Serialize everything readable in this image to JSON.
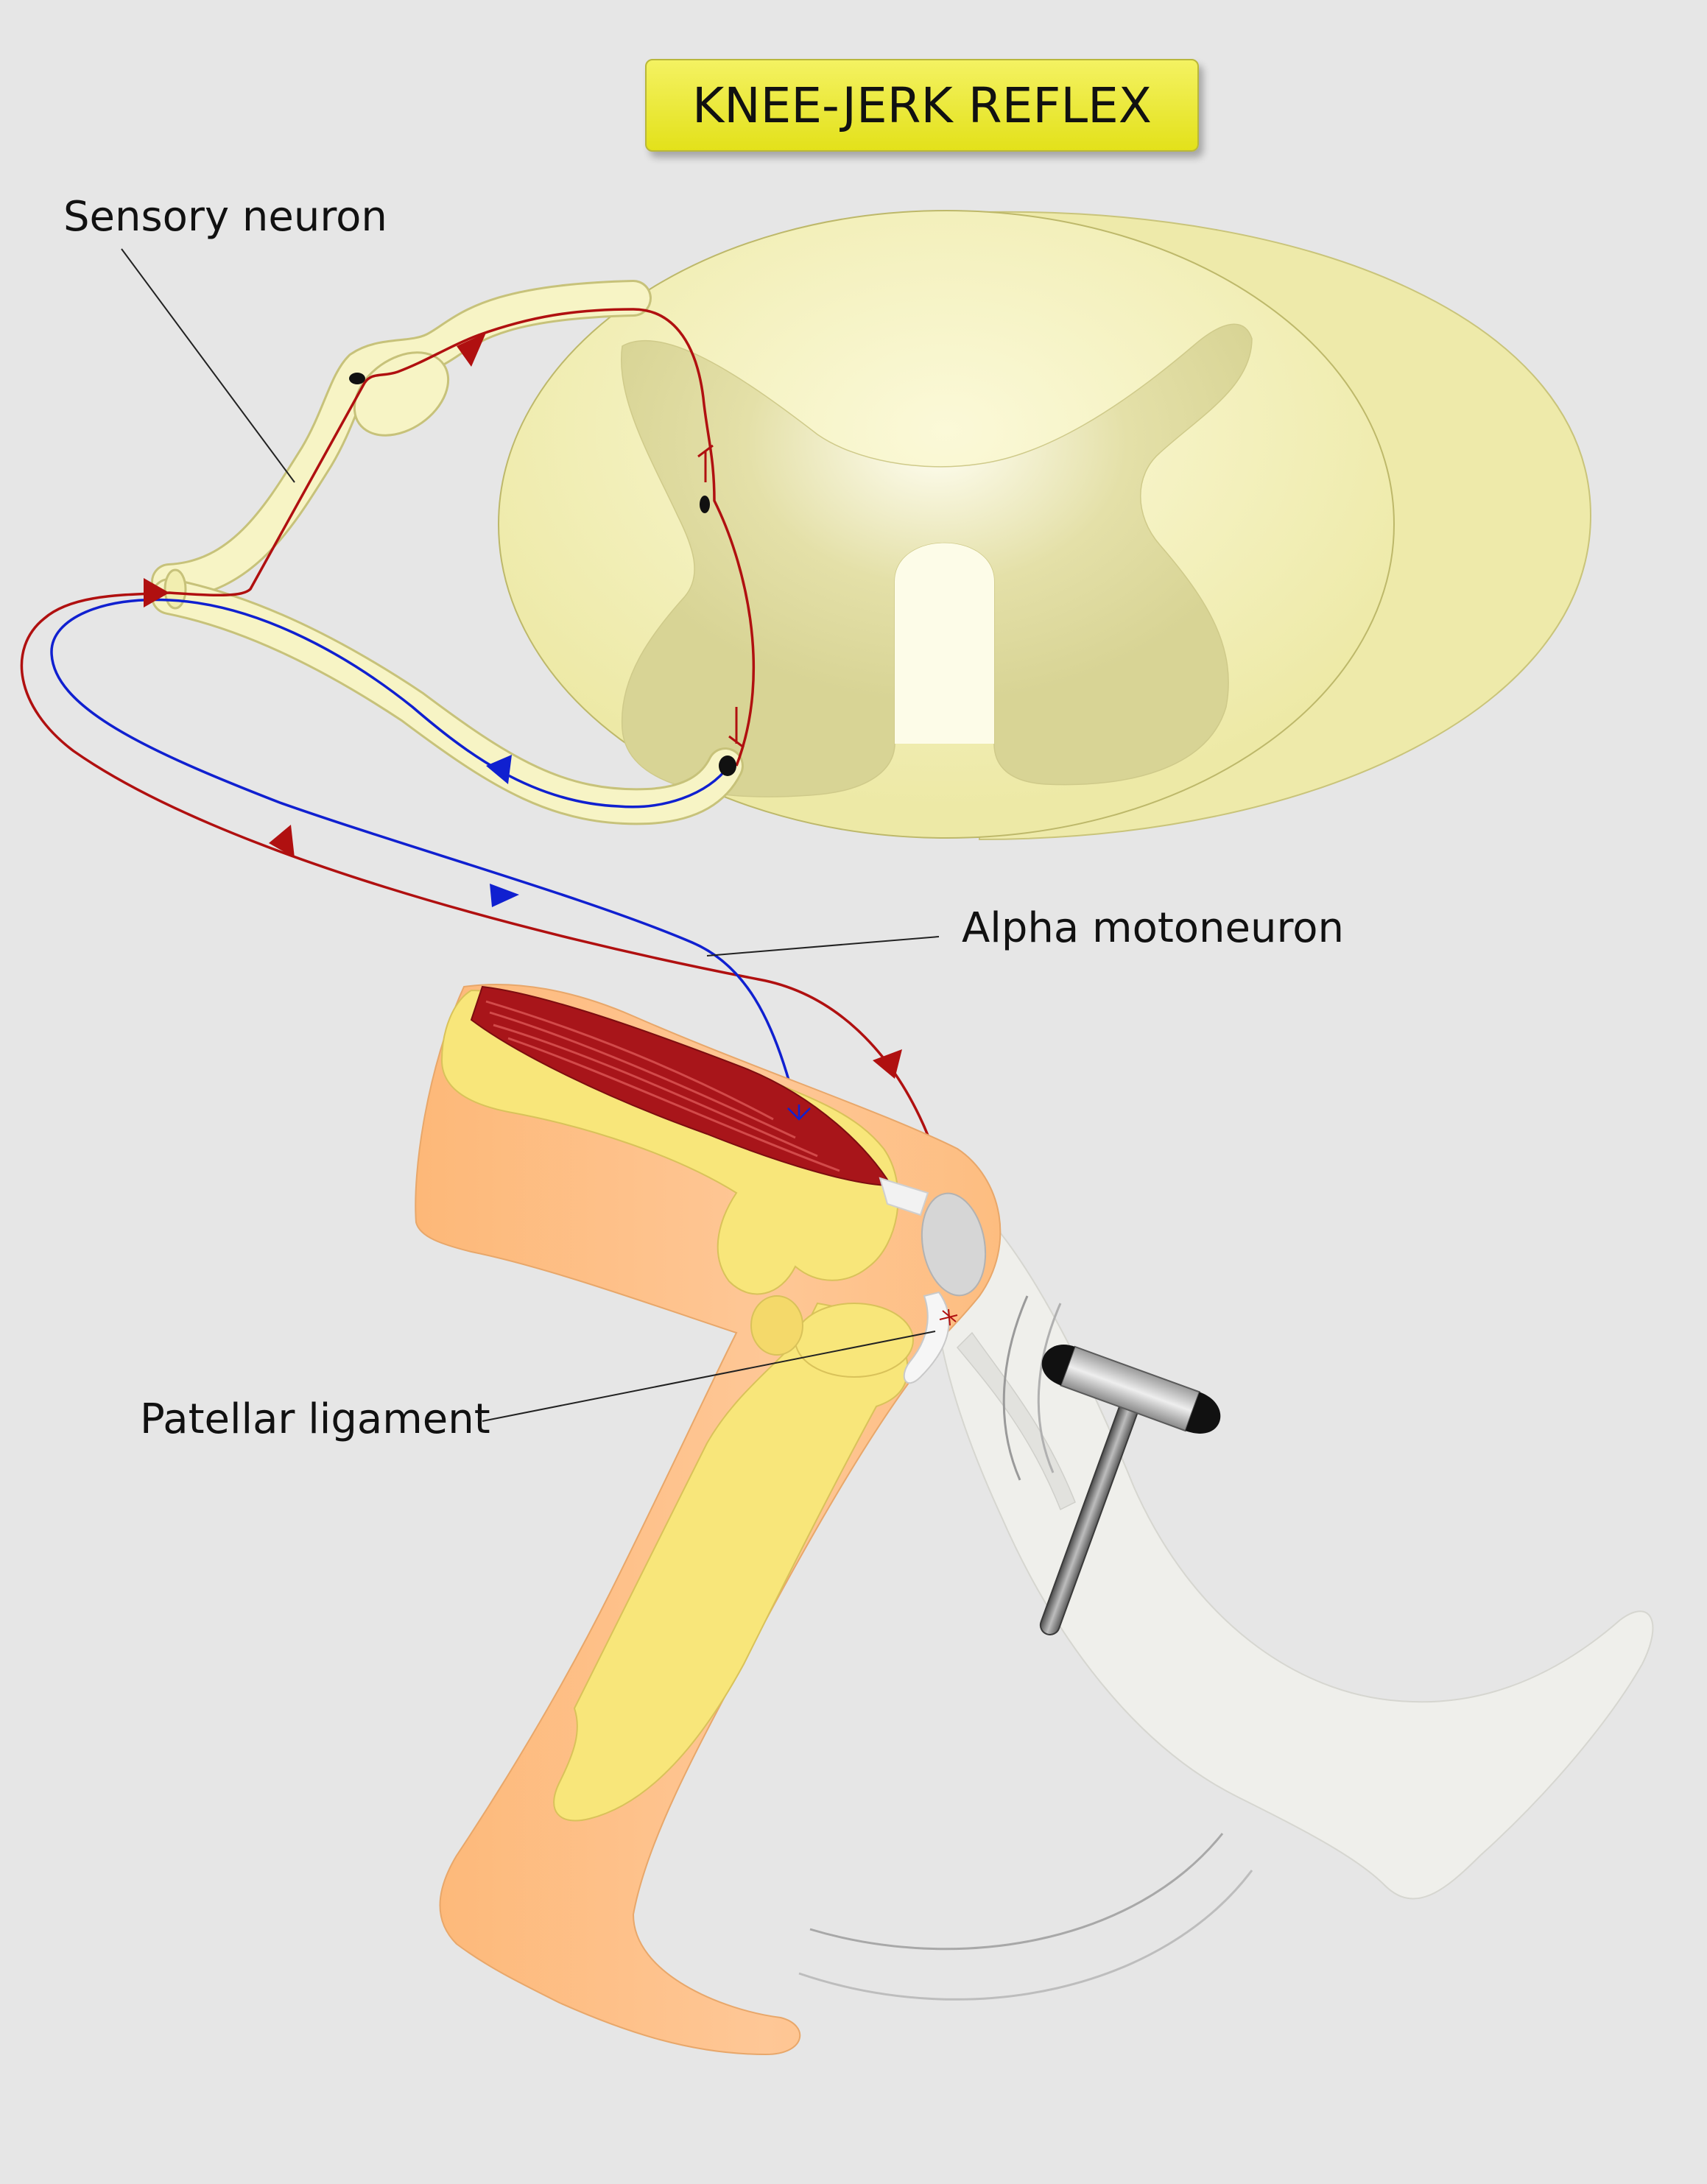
{
  "title": "KNEE-JERK REFLEX",
  "labels": {
    "sensory_neuron": "Sensory neuron",
    "alpha_motoneuron": "Alpha motoneuron",
    "patellar_ligament": "Patellar ligament"
  },
  "colors": {
    "background": "#e6e6e6",
    "sensory_pathway": "#b01010",
    "motor_pathway": "#1020d0",
    "spinal_cord": "#f1eeae",
    "gray_matter": "#dcd89c",
    "leg_skin": "#fdbd7e",
    "bone": "#f8e67a",
    "muscle": "#a8151a",
    "title_box": "#f0ee3a"
  }
}
